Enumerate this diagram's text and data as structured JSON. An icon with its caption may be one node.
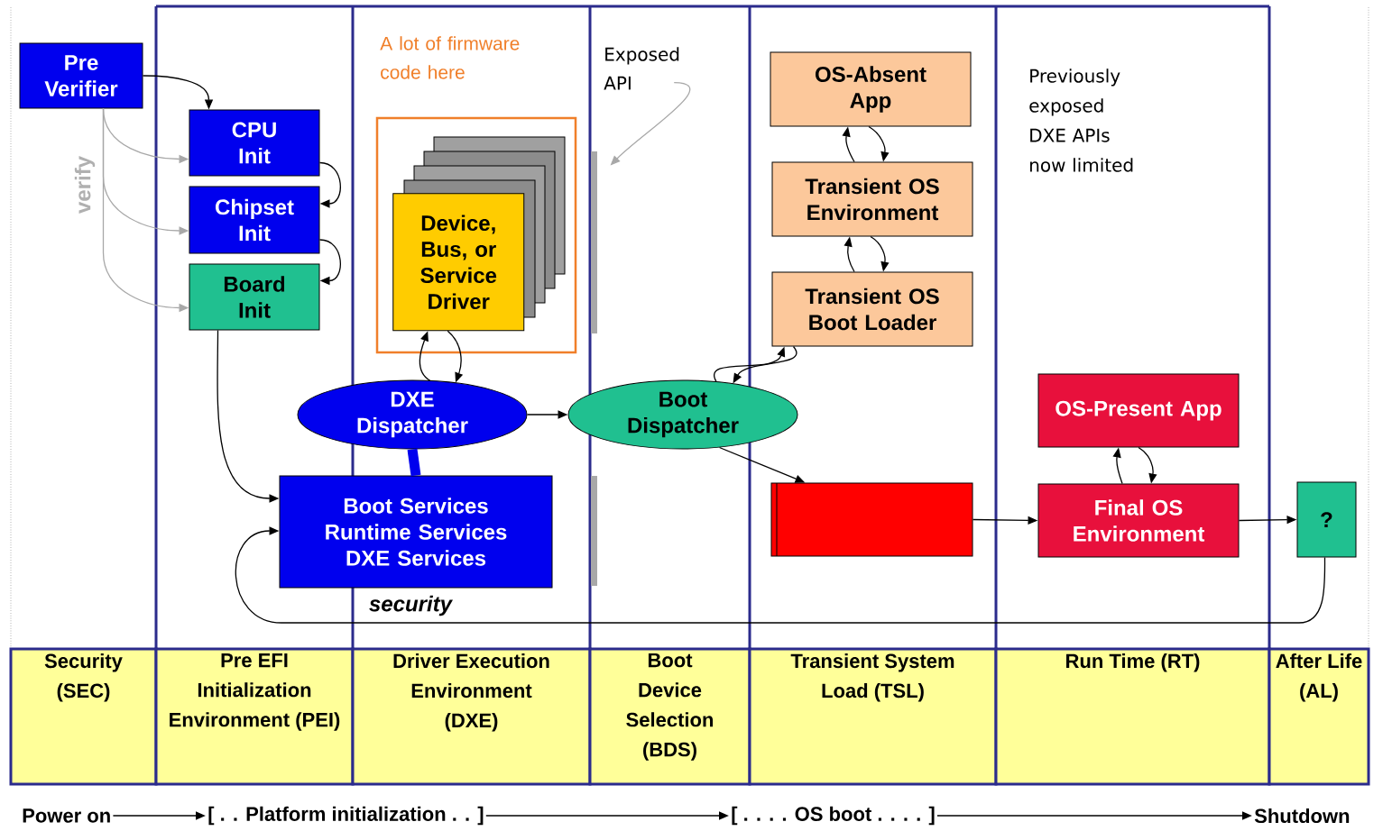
{
  "diagram": {
    "nodes": [
      {
        "text": [
          "Pre Verifier"
        ]
      },
      {
        "text": [
          "CPU Init"
        ]
      },
      {
        "text": [
          "Chipset Init"
        ]
      },
      {
        "text": [
          "Board Init"
        ]
      },
      {
        "text": [
          "A lot of firmware code here"
        ]
      },
      {
        "text": [
          "Device, Bus, or Service Driver"
        ],
        "in": 4
      },
      {
        "text": [
          "DXE Dispatcher"
        ]
      },
      {
        "text": [
          "Boot Services Runtime Services DXE Services"
        ]
      },
      {
        "text": [
          "Boot Dispatcher"
        ]
      },
      {
        "text": [
          "OS-Absent App"
        ]
      },
      {
        "text": [
          "Transient OS Environment"
        ]
      },
      {
        "text": [
          "Transient OS Boot Loader"
        ]
      },
      {
        "text": [],
        "shape": "box"
      },
      {
        "text": [
          "OS-Present App"
        ]
      },
      {
        "text": [
          "Final OS Environment"
        ]
      },
      {
        "text": [
          "?"
        ]
      },
      {
        "text": [
          "Exposed API"
        ]
      },
      {
        "text": [],
        "shape": "bar"
      },
      {
        "text": [],
        "shape": "bar"
      },
      {
        "text": [
          "Security (SEC)"
        ]
      },
      {
        "text": [
          "Pre EFI Initialization Environment (PEI)"
        ]
      },
      {
        "text": [
          "Driver Execution Environment (DXE)"
        ]
      },
      {
        "text": [
          "Boot Device Selection (BDS)"
        ]
      },
      {
        "text": [
          "Transient System Load (TSL)"
        ]
      },
      {
        "text": [
          "Run Time (RT)"
        ]
      },
      {
        "text": [
          "After Life (AL)"
        ]
      },
      {
        "text": [
          "Power on"
        ]
      },
      {
        "text": [
          "[ . . Platform initialization . . ]"
        ]
      },
      {
        "text": [
          "[ . . . . OS boot . . . . ]"
        ]
      },
      {
        "text": [
          "Shutdown"
        ]
      }
    ],
    "edges": [
      {
        "from": 0,
        "to": 1,
        "arrow": "to"
      },
      {
        "from": 0,
        "to": 1,
        "arrow": "to",
        "color": "#a8a8a8"
      },
      {
        "from": 0,
        "to": 2,
        "arrow": "to",
        "color": "#a8a8a8"
      },
      {
        "from": 0,
        "to": 3,
        "arrow": "to",
        "color": "#a8a8a8"
      },
      {
        "from": 1,
        "to": 2,
        "arrow": "to"
      },
      {
        "from": 2,
        "to": 3,
        "arrow": "to"
      },
      {
        "from": 3,
        "to": 7,
        "arrow": "to"
      },
      {
        "from": 6,
        "to": 5,
        "arrow": "to"
      },
      {
        "from": 5,
        "to": 6,
        "arrow": "to"
      },
      {
        "from": 6,
        "to": 7,
        "arrow": "none",
        "style": "thick",
        "color": "#0000ee"
      },
      {
        "from": 6,
        "to": 8,
        "arrow": "to"
      },
      {
        "from": 10,
        "to": 9,
        "arrow": "to"
      },
      {
        "from": 9,
        "to": 10,
        "arrow": "to"
      },
      {
        "from": 11,
        "to": 10,
        "arrow": "to"
      },
      {
        "from": 10,
        "to": 11,
        "arrow": "to"
      },
      {
        "from": 8,
        "to": 11,
        "arrow": "to"
      },
      {
        "from": 11,
        "to": 8,
        "arrow": "to"
      },
      {
        "from": 8,
        "to": 12,
        "arrow": "to"
      },
      {
        "from": 12,
        "to": 14,
        "arrow": "to"
      },
      {
        "from": 14,
        "to": 13,
        "arrow": "to"
      },
      {
        "from": 13,
        "to": 14,
        "arrow": "to"
      },
      {
        "from": 14,
        "to": 15,
        "arrow": "to"
      },
      {
        "from": 15,
        "to": 7,
        "arrow": "to",
        "label": "security"
      },
      {
        "from": 16,
        "to": 17,
        "arrow": "to",
        "color": "#a8a8a8"
      },
      {
        "from": 26,
        "to": 27,
        "arrow": "to"
      },
      {
        "from": 27,
        "to": 28,
        "arrow": "to"
      },
      {
        "from": 28,
        "to": 29,
        "arrow": "to"
      }
    ],
    "labels": [
      "verify",
      "Previously exposed DXE APIs now limited"
    ]
  }
}
